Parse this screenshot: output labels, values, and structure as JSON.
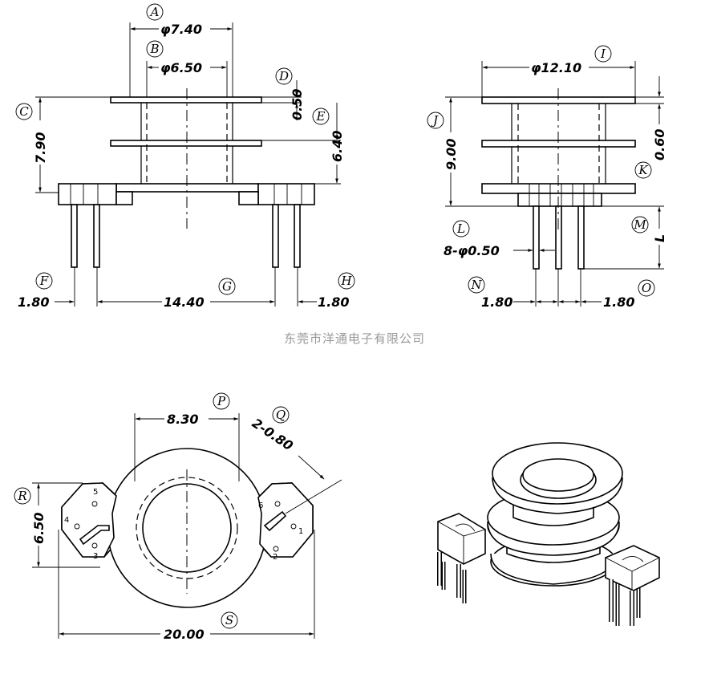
{
  "manufacturer": "东莞市洋通电子有限公司",
  "front_view": {
    "dims": {
      "A": "φ7.40",
      "B": "φ6.50",
      "C": "7.90",
      "D": "0.50",
      "E": "6.40",
      "F": "1.80",
      "G": "14.40",
      "H": "1.80"
    },
    "tags": [
      "A",
      "B",
      "C",
      "D",
      "E",
      "F",
      "G",
      "H"
    ]
  },
  "side_view": {
    "dims": {
      "I": "φ12.10",
      "J": "9.00",
      "K": "0.60",
      "L": "8-φ0.50",
      "M": "L",
      "N": "1.80",
      "O": "1.80"
    },
    "tags": [
      "I",
      "J",
      "K",
      "L",
      "M",
      "N",
      "O"
    ]
  },
  "bottom_view": {
    "dims": {
      "P": "8.30",
      "Q": "2-0.80",
      "R": "6.50",
      "S": "20.00"
    },
    "tags": [
      "P",
      "Q",
      "R",
      "S"
    ],
    "pin_numbers": [
      "1",
      "2",
      "3",
      "4",
      "5",
      "6"
    ]
  }
}
